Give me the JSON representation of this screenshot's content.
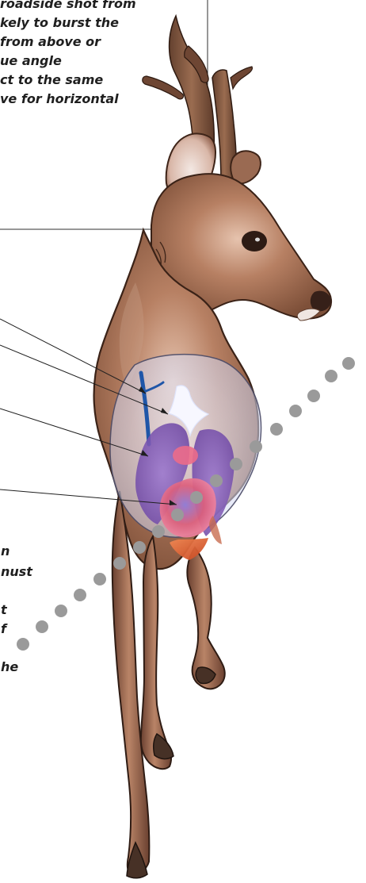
{
  "caption_top": {
    "lines": [
      "roadside shot from",
      "kely to burst the",
      "from above or",
      "ue angle",
      "ct to the same",
      "ve for horizontal"
    ]
  },
  "caption_bottom": {
    "lines": [
      "n",
      "nust",
      "",
      "t",
      "f",
      "",
      "he"
    ]
  },
  "colors": {
    "text": "#1f1f1f",
    "leader_line": "#1f1f1f",
    "box_outline": "#2f2f2f",
    "dots": "#9a9a9a",
    "deer_body": "#8a5d45",
    "deer_dark": "#3d2418",
    "deer_light": "#c59a82",
    "antler": "#7a4f38",
    "vein": "#1f56a8",
    "lung": "#7f57b3",
    "heart": "#d95b75",
    "liver": "#d64b2c",
    "spine": "#f5f6ff"
  }
}
